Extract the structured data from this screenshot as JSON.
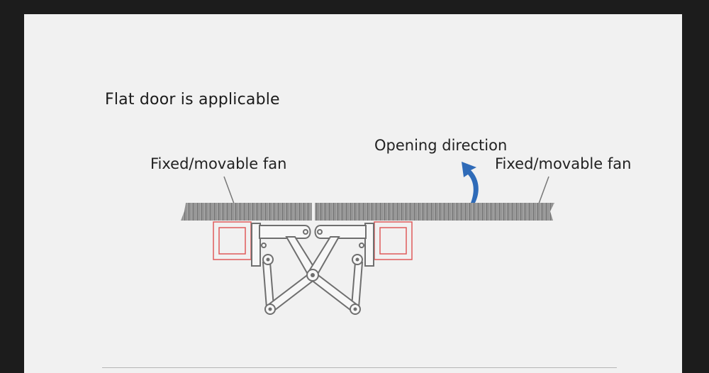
{
  "title": "Flat door is applicable",
  "labels": {
    "fan_left": "Fixed/movable fan",
    "fan_right": "Fixed/movable fan",
    "opening_direction": "Opening direction"
  },
  "colors": {
    "background": "#1c1c1c",
    "panel": "#f1f1f1",
    "door_panel": "#8e8e8e",
    "hinge_line": "#6f6f6f",
    "mount_outline": "#e05a5a",
    "arrow": "#2f6bb8"
  },
  "icons": {
    "arrow": "curved-arrow-icon"
  }
}
